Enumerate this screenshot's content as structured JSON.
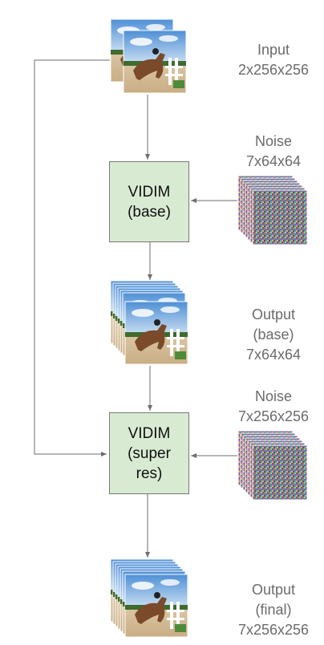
{
  "input": {
    "title": "Input",
    "shape": "2x256x256"
  },
  "noise_base": {
    "title": "Noise",
    "shape": "7x64x64"
  },
  "vidim_base": {
    "line1": "VIDIM",
    "line2": "(base)"
  },
  "output_base": {
    "title": "Output",
    "subtitle": "(base)",
    "shape": "7x64x64"
  },
  "noise_super": {
    "title": "Noise",
    "shape": "7x256x256"
  },
  "vidim_super": {
    "line1": "VIDIM",
    "line2": "(super",
    "line3": "res)"
  },
  "output_final": {
    "title": "Output",
    "subtitle": "(final)",
    "shape": "7x256x256"
  },
  "colors": {
    "box_fill": "#d9ead3",
    "box_border": "#777777",
    "arrow": "#6e6e6e",
    "label_text": "#6b6b6b"
  },
  "icons": {
    "frame_stack": "image-stack-icon",
    "noise_stack": "noise-stack-icon"
  }
}
